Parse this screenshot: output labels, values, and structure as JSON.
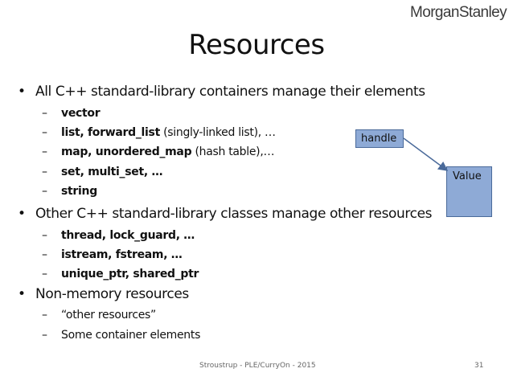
{
  "logo": {
    "text": "MorganStanley"
  },
  "title": "Resources",
  "bullets": [
    {
      "text": "All C++ standard-library containers manage their elements",
      "subs": [
        {
          "bold": "vector",
          "rest": ""
        },
        {
          "bold": "list, forward_list",
          "rest": " (singly-linked list), …"
        },
        {
          "bold": "map, unordered_map",
          "rest": " (hash table),…"
        },
        {
          "bold": "set, multi_set, …",
          "rest": ""
        },
        {
          "bold": "string",
          "rest": ""
        }
      ]
    },
    {
      "text": "Other C++ standard-library classes manage other resources",
      "subs": [
        {
          "bold": "thread, lock_guard, …",
          "rest": ""
        },
        {
          "bold": "istream, fstream, …",
          "rest": ""
        },
        {
          "bold": "unique_ptr, shared_ptr",
          "rest": ""
        }
      ]
    },
    {
      "text": "Non-memory resources",
      "subs": [
        {
          "bold": "",
          "rest": "“other resources”"
        },
        {
          "bold": "",
          "rest": "Some container elements"
        }
      ]
    }
  ],
  "diagram": {
    "handle_label": "handle",
    "value_label": "Value",
    "box_color": "#8eaad6"
  },
  "footer": {
    "text": "Stroustrup - PLE/CurryOn - 2015",
    "page": "31"
  }
}
